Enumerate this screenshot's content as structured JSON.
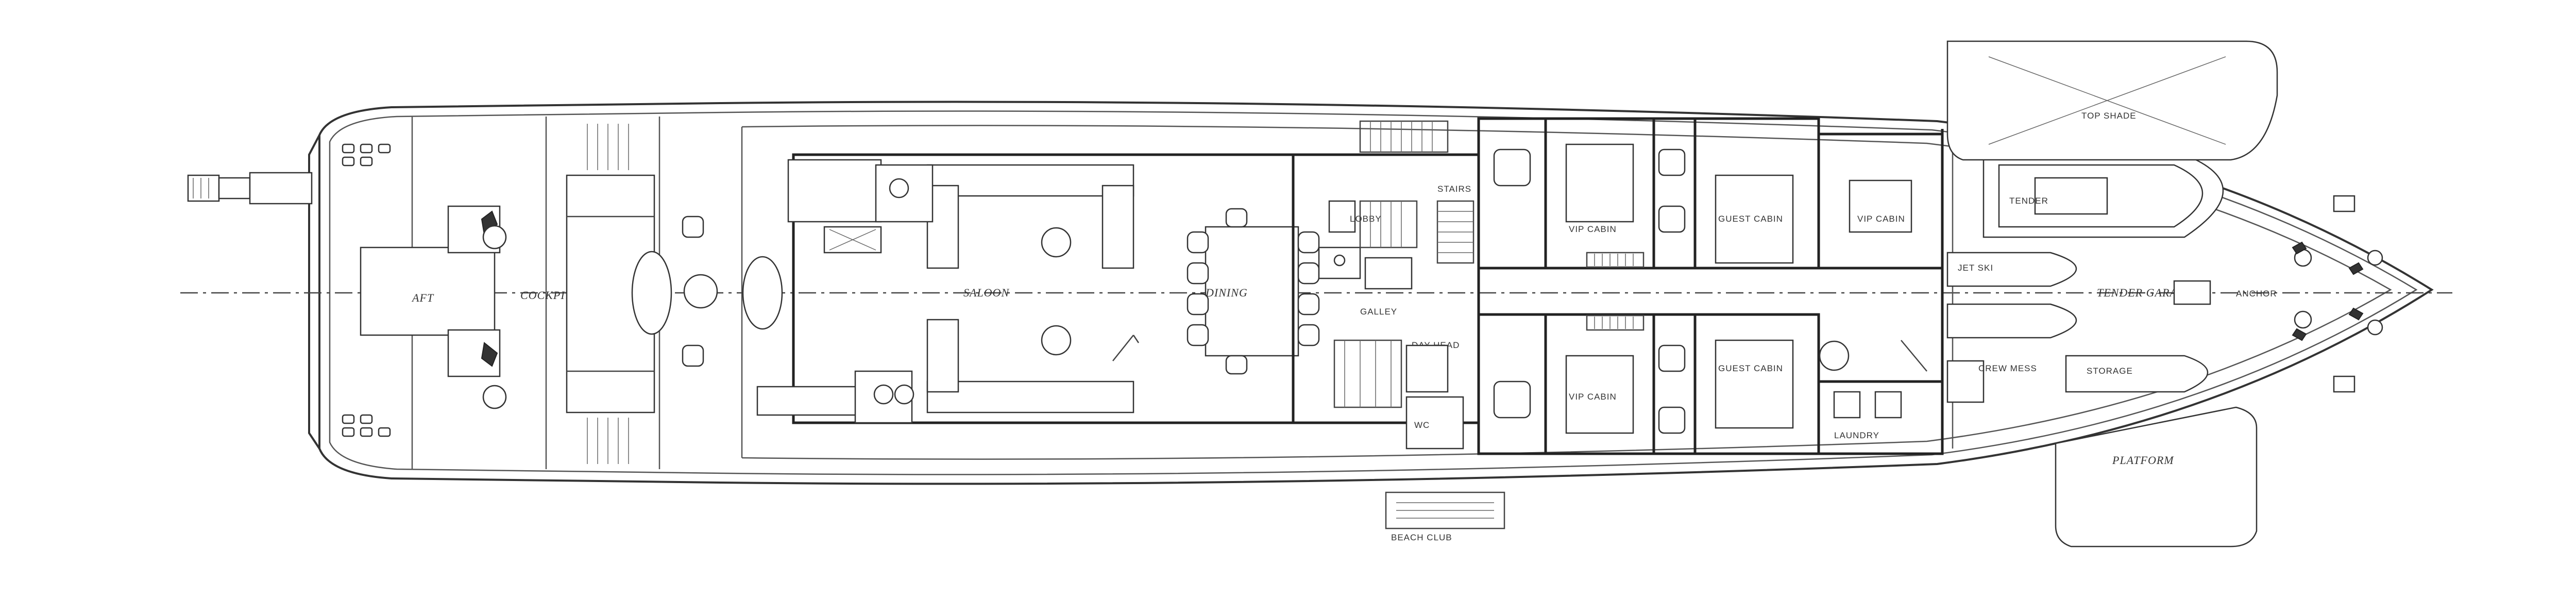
{
  "drawing": {
    "labels": {
      "aft_deck": "AFT",
      "cockpit": "COCKPIT",
      "saloon": "SALOON",
      "dining": "DINING",
      "galley": "GALLEY",
      "day_head": "DAY HEAD",
      "lobby": "LOBBY",
      "crew_stairs": "STAIRS",
      "vip_cabin_port": "VIP CABIN",
      "vip_cabin_stbd": "VIP CABIN",
      "guest_cabin_port": "GUEST CABIN",
      "guest_cabin_stbd": "GUEST CABIN",
      "vip_fwd": "VIP CABIN",
      "laundry": "LAUNDRY",
      "tender_garage": "TENDER GARAGE",
      "jet_ski": "JET SKI",
      "crew_mess": "CREW MESS",
      "anchor": "ANCHOR",
      "side_platform_top": "TOP SHADE",
      "side_platform_bottom": "PLATFORM",
      "beach_club": "BEACH CLUB",
      "storage": "STORAGE",
      "tender": "TENDER",
      "wc": "WC"
    }
  }
}
